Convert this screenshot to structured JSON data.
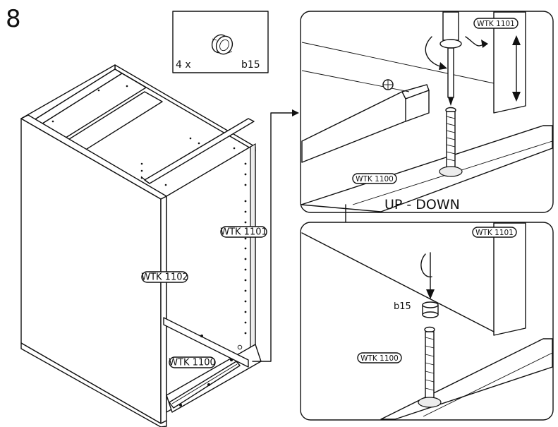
{
  "step": {
    "number": "8"
  },
  "parts_box": {
    "quantity": "4 x",
    "part_code": "b15"
  },
  "labels": {
    "side_panel": "WTK 1102",
    "right_panel": "WTK 1101",
    "bottom_panel": "WTK 1100"
  },
  "detail_top": {
    "tag_upper": "WTK 1101",
    "tag_lower": "WTK 1100",
    "caption": "UP - DOWN"
  },
  "detail_bottom": {
    "tag_upper": "WTK 1101",
    "tag_lower": "WTK 1100",
    "part_label": "b15"
  }
}
